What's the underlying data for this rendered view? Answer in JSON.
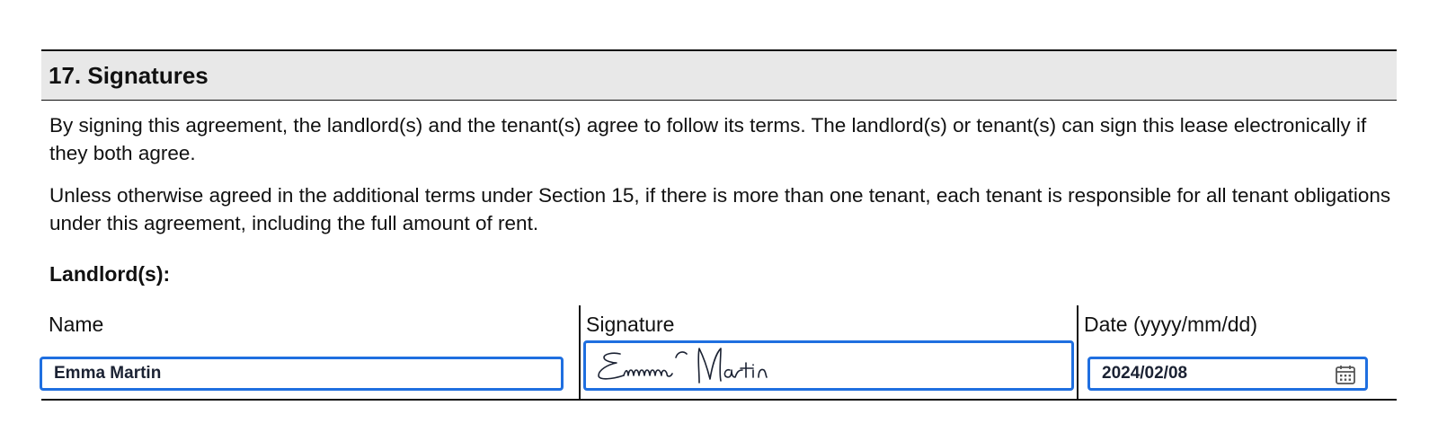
{
  "section": {
    "number": "17.",
    "title": "17. Signatures",
    "paragraphs": [
      "By signing this agreement, the landlord(s) and the tenant(s) agree to follow its terms. The landlord(s) or tenant(s) can sign this lease electronically if they both agree.",
      "Unless otherwise agreed in the additional terms under Section 15, if there is more than one tenant, each tenant is responsible for all tenant obligations under this agreement, including the full amount of rent."
    ]
  },
  "landlords": {
    "heading": "Landlord(s):",
    "columns": {
      "name_label": "Name",
      "signature_label": "Signature",
      "date_label": "Date (yyyy/mm/dd)"
    },
    "rows": [
      {
        "name": "Emma Martin",
        "signature": "Emma Martin",
        "date": "2024/02/08"
      }
    ]
  },
  "icons": {
    "date_picker": "calendar-icon"
  },
  "colors": {
    "field_border": "#1f6fe0",
    "header_bg": "#e8e8e8",
    "signature_ink": "#1b2233"
  }
}
